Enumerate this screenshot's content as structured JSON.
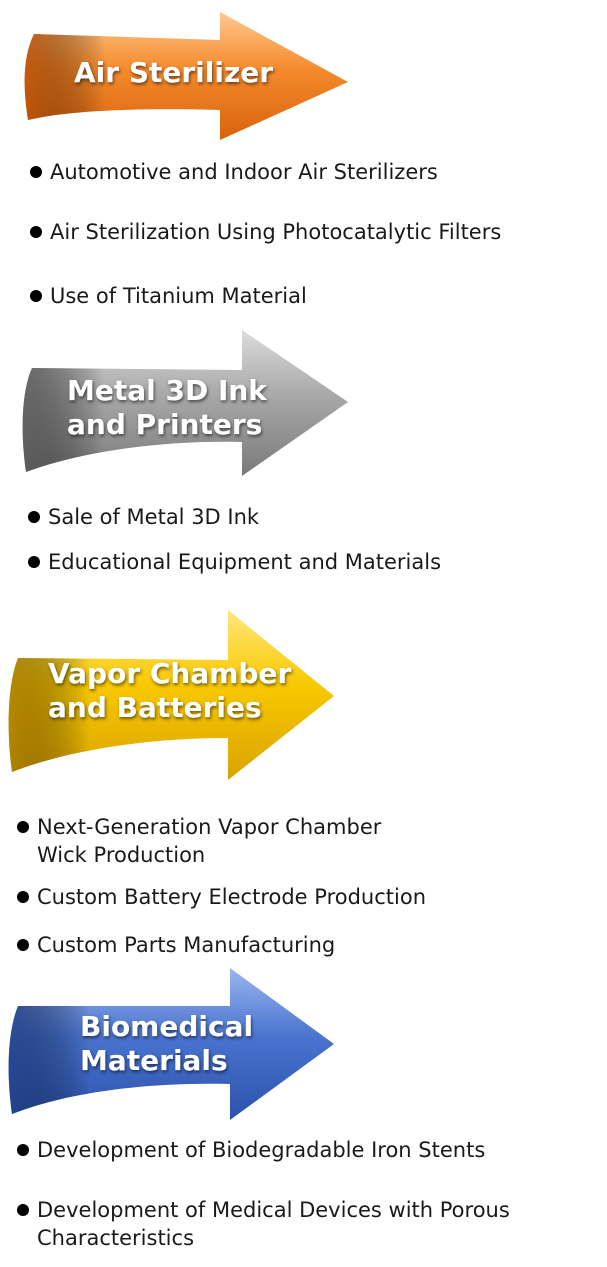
{
  "sections": [
    {
      "title_lines": [
        "Air Sterilizer"
      ],
      "color": "#f07f22",
      "items": [
        "Automotive and Indoor Air Sterilizers",
        "Air Sterilization Using Photocatalytic Filters",
        "Use of Titanium Material"
      ]
    },
    {
      "title_lines": [
        "Metal 3D Ink",
        "and Printers"
      ],
      "color": "#8f8f8f",
      "items": [
        "Sale of Metal 3D Ink",
        "Educational Equipment and Materials"
      ]
    },
    {
      "title_lines": [
        "Vapor Chamber",
        "and Batteries"
      ],
      "color": "#f5c400",
      "items": [
        [
          "Next-Generation Vapor Chamber",
          "Wick Production"
        ],
        "Custom Battery Electrode Production",
        "Custom Parts Manufacturing"
      ]
    },
    {
      "title_lines": [
        "Biomedical",
        "Materials"
      ],
      "color": "#3d68c6",
      "items": [
        "Development of Biodegradable Iron Stents",
        [
          "Development of Medical Devices with Porous",
          "Characteristics"
        ]
      ]
    }
  ]
}
